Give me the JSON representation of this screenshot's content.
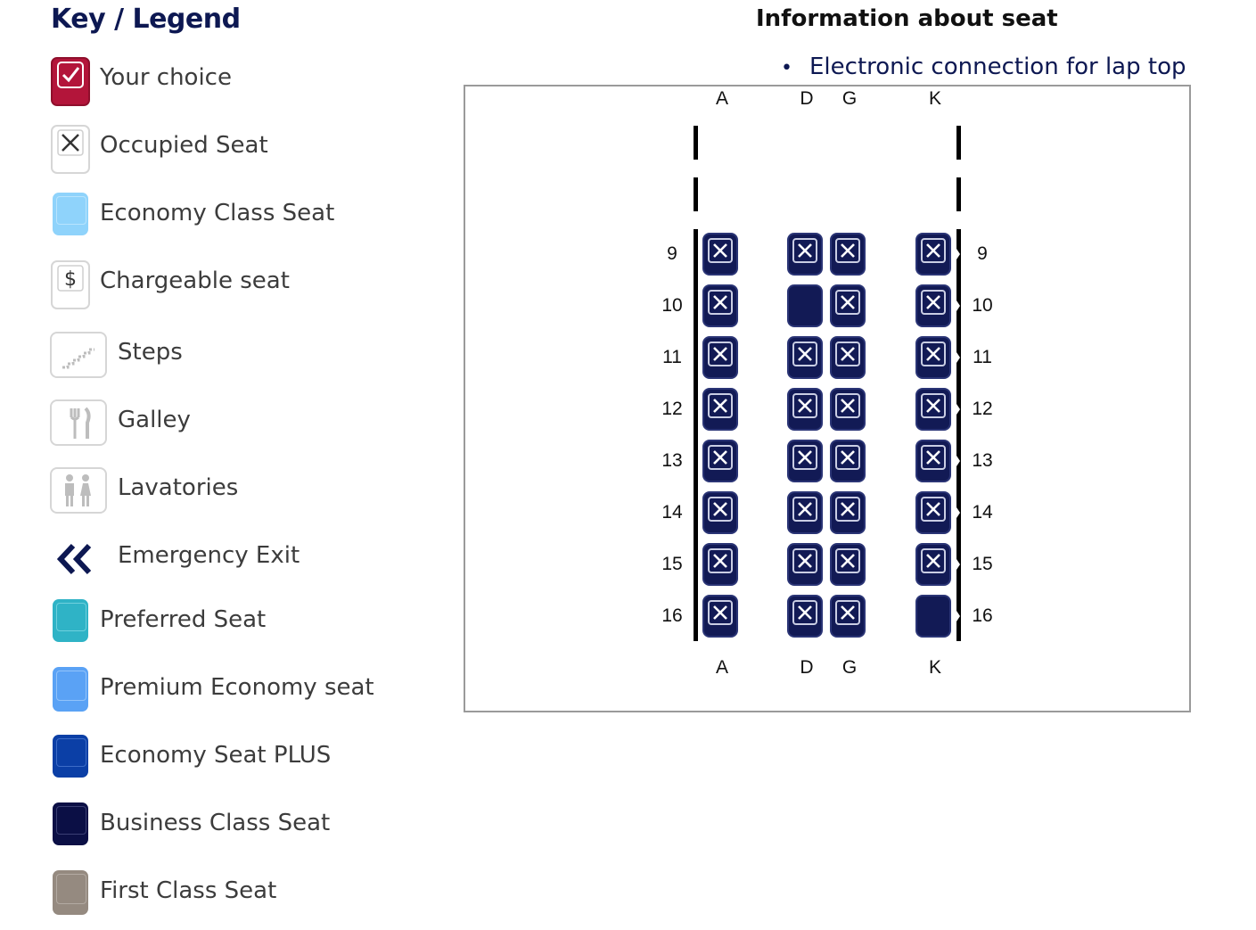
{
  "legend": {
    "title": "Key / Legend",
    "items": [
      {
        "label": "Your choice",
        "icon": "check-icon",
        "color": "#b3153a"
      },
      {
        "label": "Occupied Seat",
        "icon": "x-icon"
      },
      {
        "label": "Economy Class Seat",
        "color": "#8fd3fb"
      },
      {
        "label": "Chargeable seat",
        "icon": "dollar-icon"
      },
      {
        "label": "Steps",
        "icon": "stairs-icon"
      },
      {
        "label": "Galley",
        "icon": "cutlery-icon"
      },
      {
        "label": "Lavatories",
        "icon": "lavatory-icon"
      },
      {
        "label": "Emergency Exit",
        "icon": "double-chevron-left-icon",
        "color": "#0d1852"
      },
      {
        "label": "Preferred Seat",
        "color": "#2fb3c6"
      },
      {
        "label": "Premium Economy seat",
        "color": "#5aa2f5"
      },
      {
        "label": "Economy Seat PLUS",
        "color": "#0b3fa6"
      },
      {
        "label": "Business Class Seat",
        "color": "#0b0f45"
      },
      {
        "label": "First Class Seat",
        "color": "#958a80"
      }
    ]
  },
  "info": {
    "title": "Information about seat",
    "bullets": [
      "Electronic connection for lap top"
    ]
  },
  "seatmap": {
    "columns": [
      "A",
      "D",
      "G",
      "K"
    ],
    "rows": [
      "9",
      "10",
      "11",
      "12",
      "13",
      "14",
      "15",
      "16"
    ],
    "seat_color": "#121a55",
    "available_seats": [
      "10D",
      "16K"
    ]
  }
}
